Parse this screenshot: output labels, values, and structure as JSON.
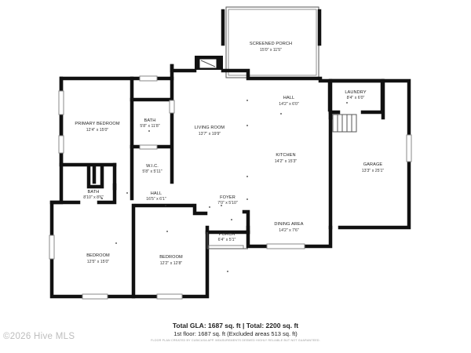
{
  "rooms": {
    "screened_porch": {
      "name": "SCREENED PORCH",
      "dim": "15'0\" x 11'5\""
    },
    "hall_top": {
      "name": "HALL",
      "dim": "14'2\" x 6'0\""
    },
    "laundry": {
      "name": "LAUNDRY",
      "dim": "8'4\" x 6'0\""
    },
    "primary_bedroom": {
      "name": "PRIMARY BEDROOM",
      "dim": "12'4\" x 15'0\""
    },
    "bath_primary": {
      "name": "BATH",
      "dim": "5'8\" x 11'8\""
    },
    "living_room": {
      "name": "LIVING ROOM",
      "dim": "13'7\" x 19'9\""
    },
    "kitchen": {
      "name": "KITCHEN",
      "dim": "14'2\" x 15'3\""
    },
    "garage": {
      "name": "GARAGE",
      "dim": "13'3\" x 25'1\""
    },
    "wic": {
      "name": "W.I.C.",
      "dim": "5'8\" x 5'11\""
    },
    "bath_hall": {
      "name": "BATH",
      "dim": "8'10\" x 8'6\""
    },
    "hall_mid": {
      "name": "HALL",
      "dim": "16'5\" x 6'1\""
    },
    "foyer": {
      "name": "FOYER",
      "dim": "7'0\" x 5'10\""
    },
    "dining_area": {
      "name": "DINING AREA",
      "dim": "14'2\" x 7'6\""
    },
    "porch": {
      "name": "PORCH",
      "dim": "6'4\" x 5'1\""
    },
    "bedroom_left": {
      "name": "BEDROOM",
      "dim": "12'5\" x 15'0\""
    },
    "bedroom_right": {
      "name": "BEDROOM",
      "dim": "12'2\" x 12'8\""
    }
  },
  "footer": {
    "gla": "Total GLA: 1687 sq. ft | Total: 2200 sq. ft",
    "floor1": "1st floor: 1687 sq. ft (Excluded areas 513 sq. ft)",
    "fine_print": "FLOOR PLAN CREATED BY CUBICASA APP. MEASUREMENTS DEEMED HIGHLY RELIABLE BUT NOT GUARANTEED."
  },
  "copyright": "©2026 Hive MLS"
}
